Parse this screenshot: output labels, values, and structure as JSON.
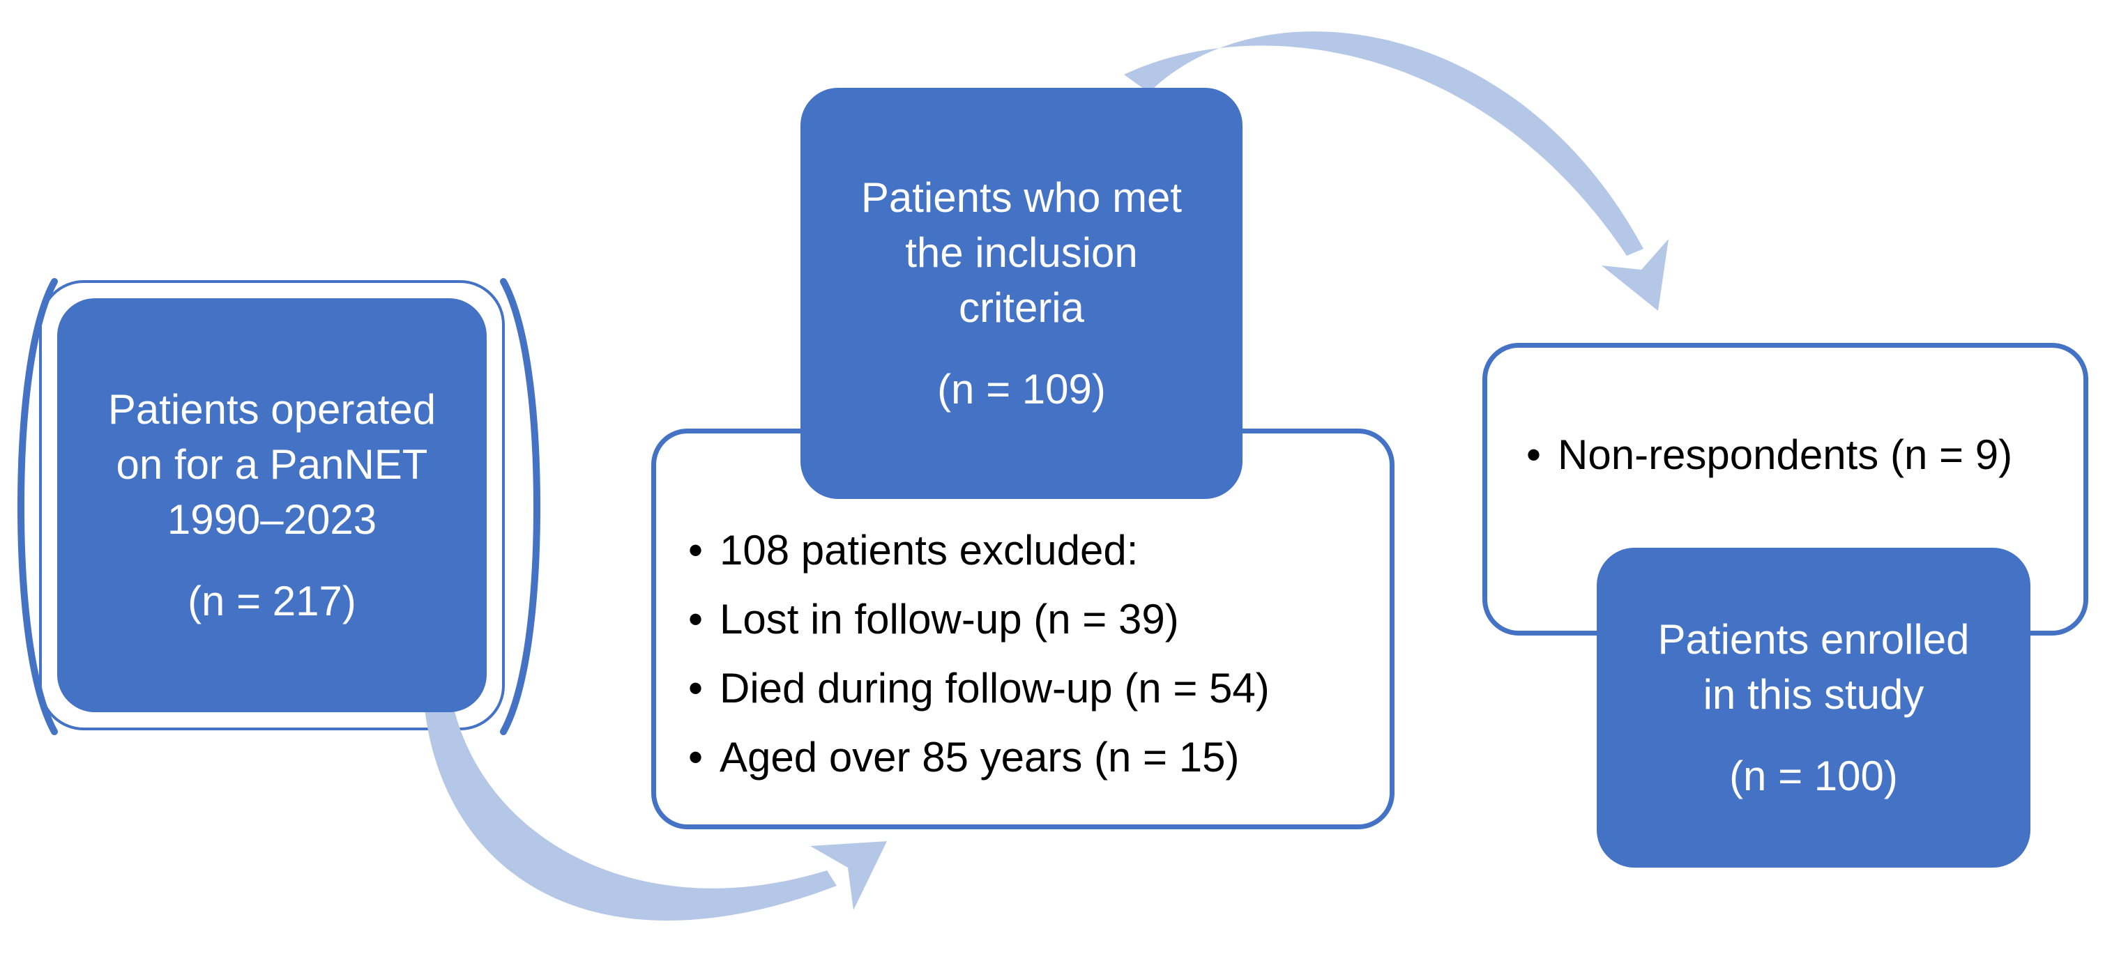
{
  "figure": {
    "colors": {
      "box_fill": "#4472c4",
      "box_text": "#ffffff",
      "outline": "#4472c4",
      "list_text": "#000000",
      "arrow": "#b4c7e7",
      "background": "#ffffff"
    },
    "left_group": {
      "title_lines": [
        "Patients operated",
        "on for a PanNET",
        "1990–2023"
      ],
      "count": "(n = 217)"
    },
    "middle_top": {
      "title_lines": [
        "Patients who met",
        "the inclusion",
        "criteria"
      ],
      "count": "(n = 109)"
    },
    "middle_list": {
      "items": [
        "108 patients excluded:",
        "Lost in follow-up (n = 39)",
        "Died during follow-up (n = 54)",
        "Aged over 85 years (n = 15)"
      ]
    },
    "right_list": {
      "items": [
        "Non-respondents (n = 9)"
      ]
    },
    "right_bottom": {
      "title_lines": [
        "Patients enrolled",
        "in this study"
      ],
      "count": "(n = 100)"
    }
  }
}
